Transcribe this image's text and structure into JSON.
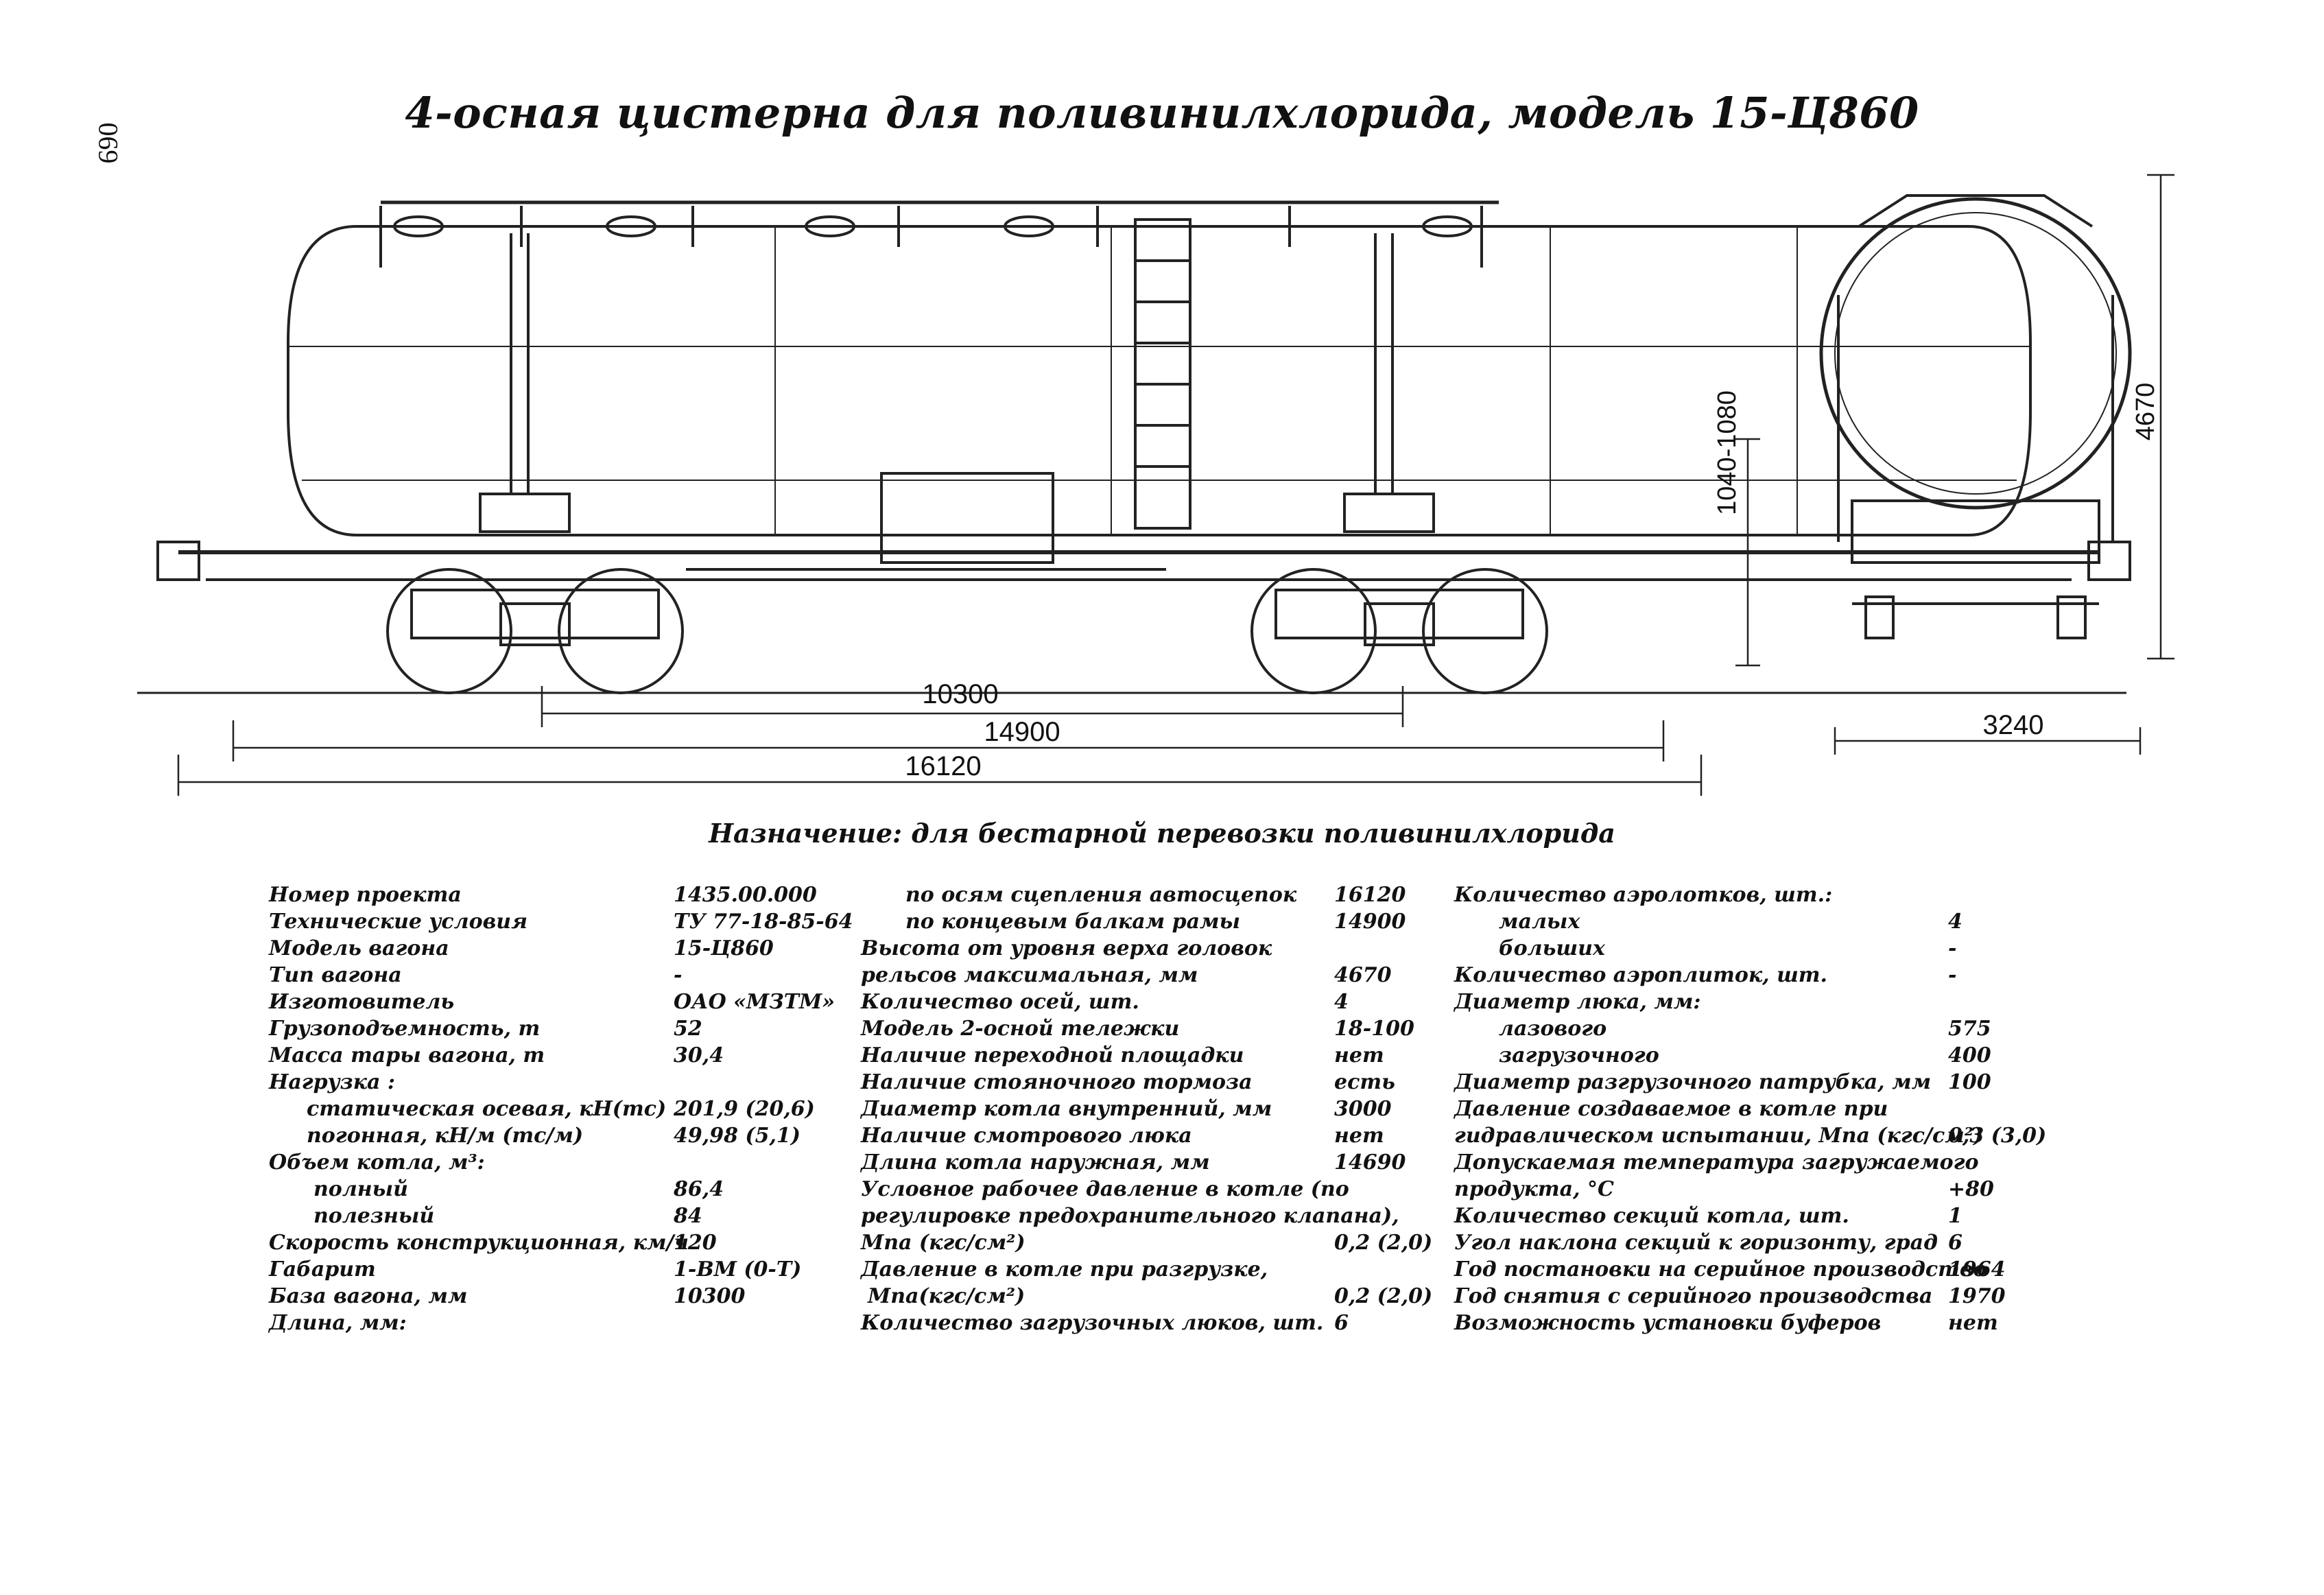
{
  "page_number": "069",
  "title": "4-осная цистерна для поливинилхлорида, модель 15-Ц860",
  "purpose": "Назначение: для бестарной перевозки поливинилхлорида",
  "dimensions": {
    "d_10300": "10300",
    "d_14900": "14900",
    "d_16120": "16120",
    "d_1040_1080": "1040-1080",
    "d_4670": "4670",
    "d_3240": "3240"
  },
  "specs": {
    "col1": [
      {
        "label": "Номер проекта",
        "value": "1435.00.000",
        "indent": 0
      },
      {
        "label": "Технические условия",
        "value": "ТУ 77-18-85-64",
        "indent": 0
      },
      {
        "label": "Модель вагона",
        "value": "15-Ц860",
        "indent": 0
      },
      {
        "label": "Тип вагона",
        "value": "-",
        "indent": 0
      },
      {
        "label": "Изготовитель",
        "value": "ОАО «МЗТМ»",
        "indent": 0
      },
      {
        "label": "Грузоподъемность, т",
        "value": "52",
        "indent": 0
      },
      {
        "label": "Масса тары вагона, т",
        "value": "30,4",
        "indent": 0
      },
      {
        "label": "Нагрузка :",
        "value": "",
        "indent": 0
      },
      {
        "label": "статическая осевая, кН(тс)",
        "value": "201,9 (20,6)",
        "indent": 55
      },
      {
        "label": "погонная, кН/м (тс/м)",
        "value": "49,98 (5,1)",
        "indent": 55
      },
      {
        "label": "Объем котла, м³:",
        "value": "",
        "indent": 0
      },
      {
        "label": "полный",
        "value": "86,4",
        "indent": 65
      },
      {
        "label": "полезный",
        "value": "84",
        "indent": 65
      },
      {
        "label": "Скорость конструкционная, км/ч",
        "value": "120",
        "indent": 0
      },
      {
        "label": "Габарит",
        "value": "1-ВМ (0-Т)",
        "indent": 0
      },
      {
        "label": "База вагона, мм",
        "value": "10300",
        "indent": 0
      },
      {
        "label": "Длина, мм:",
        "value": "",
        "indent": 0
      }
    ],
    "col2": [
      {
        "label": "по осям сцепления автосцепок",
        "value": "16120",
        "indent": 65
      },
      {
        "label": "по концевым балкам рамы",
        "value": "14900",
        "indent": 65
      },
      {
        "label": "Высота от уровня верха головок",
        "value": "",
        "indent": 0
      },
      {
        "label": "рельсов максимальная, мм",
        "value": "4670",
        "indent": 0
      },
      {
        "label": "Количество осей, шт.",
        "value": "4",
        "indent": 0
      },
      {
        "label": "Модель 2-осной тележки",
        "value": "18-100",
        "indent": 0
      },
      {
        "label": "Наличие переходной площадки",
        "value": "нет",
        "indent": 0
      },
      {
        "label": "Наличие стояночного тормоза",
        "value": "есть",
        "indent": 0
      },
      {
        "label": "Диаметр котла внутренний, мм",
        "value": "3000",
        "indent": 0
      },
      {
        "label": "Наличие смотрового люка",
        "value": "нет",
        "indent": 0
      },
      {
        "label": "Длина котла наружная, мм",
        "value": "14690",
        "indent": 0
      },
      {
        "label": "Условное рабочее давление в котле (по",
        "value": "",
        "indent": 0
      },
      {
        "label": "регулировке предохранительного клапана),",
        "value": "",
        "indent": 0
      },
      {
        "label": "Мпа (кгс/см²)",
        "value": "0,2 (2,0)",
        "indent": 0
      },
      {
        "label": "Давление в котле при разгрузке,",
        "value": "",
        "indent": 0
      },
      {
        "label": "Мпа(кгс/см²)",
        "value": "0,2 (2,0)",
        "indent": 10
      },
      {
        "label": "Количество загрузочных люков, шт.",
        "value": "6",
        "indent": 0
      }
    ],
    "col3": [
      {
        "label": "Количество аэролотков, шт.:",
        "value": "",
        "indent": 0
      },
      {
        "label": "малых",
        "value": "4",
        "indent": 65
      },
      {
        "label": "больших",
        "value": "-",
        "indent": 65
      },
      {
        "label": "Количество аэроплиток, шт.",
        "value": "-",
        "indent": 0
      },
      {
        "label": "Диаметр люка, мм:",
        "value": "",
        "indent": 0
      },
      {
        "label": "лазового",
        "value": "575",
        "indent": 65
      },
      {
        "label": "загрузочного",
        "value": "400",
        "indent": 65
      },
      {
        "label": "Диаметр разгрузочного патрубка, мм",
        "value": "100",
        "indent": 0
      },
      {
        "label": "Давление создаваемое в котле при",
        "value": "",
        "indent": 0
      },
      {
        "label": "гидравлическом испытании, Мпа (кгс/см²)",
        "value": "0,3 (3,0)",
        "indent": 0
      },
      {
        "label": "Допускаемая температура загружаемого",
        "value": "",
        "indent": 0
      },
      {
        "label": "продукта, °С",
        "value": "+80",
        "indent": 0
      },
      {
        "label": "Количество секций котла, шт.",
        "value": "1",
        "indent": 0
      },
      {
        "label": "Угол наклона секций к горизонту, град",
        "value": "6",
        "indent": 0
      },
      {
        "label": "Год постановки на серийное производство",
        "value": "1964",
        "indent": 0
      },
      {
        "label": "Год снятия с серийного производства",
        "value": "1970",
        "indent": 0
      },
      {
        "label": "Возможность установки буферов",
        "value": "нет",
        "indent": 0
      }
    ]
  }
}
